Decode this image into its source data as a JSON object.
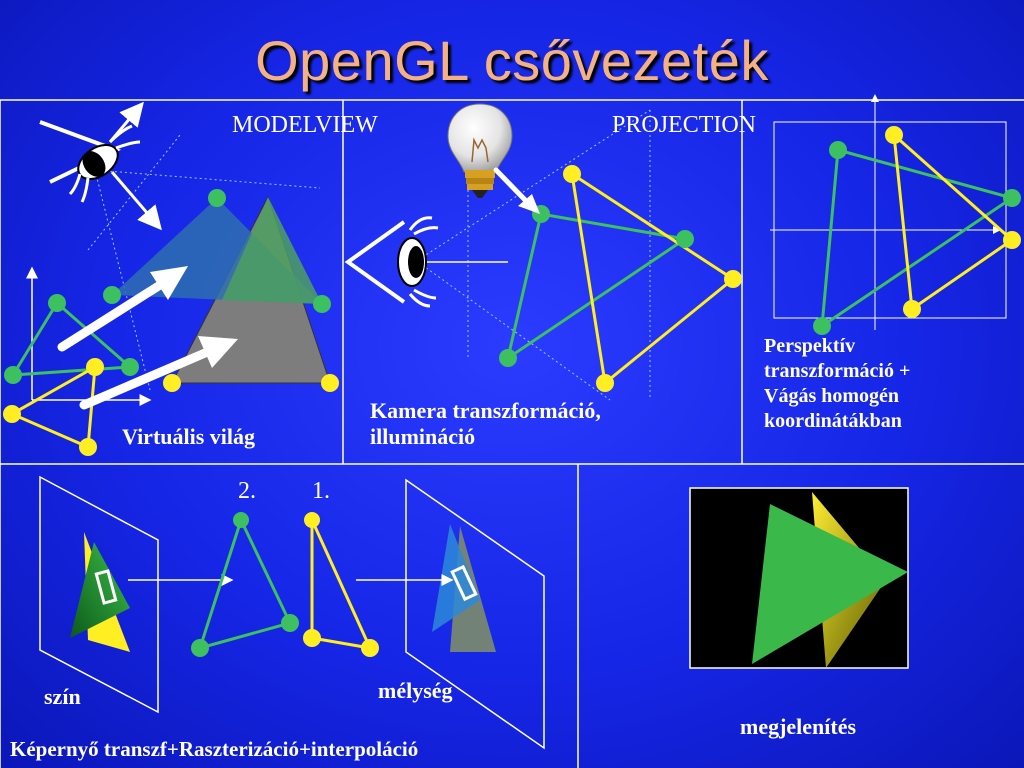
{
  "title": "OpenGL csővezeték",
  "labels": {
    "modelview": "MODELVIEW",
    "projection": "PROJECTION",
    "virtual_world": "Virtuális világ",
    "camera_line1": "Kamera transzformáció,",
    "camera_line2": "illumináció",
    "persp_line1": "Perspektív",
    "persp_line2": "transzformáció +",
    "persp_line3": "Vágás homogén",
    "persp_line4": "koordinátákban",
    "order_2": "2.",
    "order_1": "1.",
    "color": "szín",
    "depth": "mélység",
    "display": "megjelenítés",
    "screen_pipeline": "Képernyő transzf+Raszterizáció+interpoláció"
  },
  "icons": {
    "eye": "eye-icon",
    "light_bulb": "light-bulb-icon"
  },
  "colors": {
    "background": "#1a2ae6",
    "title": "#f4b183",
    "green": "#3cc060",
    "yellow": "#ffee22",
    "frame": "#ffffff"
  }
}
